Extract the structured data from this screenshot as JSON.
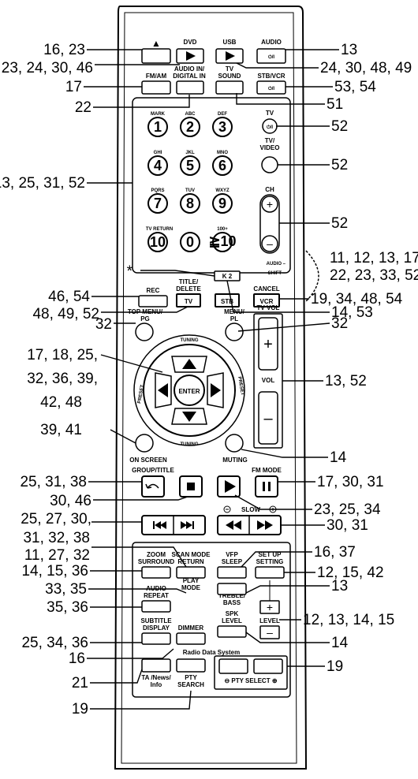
{
  "labels": {
    "eject": "▲",
    "dvd": "DVD",
    "usb": "USB",
    "audio": "AUDIO",
    "power_sym": "⏻/I",
    "fm_am": "FM/AM",
    "audio_in_1": "AUDIO IN/",
    "audio_in_2": "DIGITAL IN",
    "tv_sound_1": "TV",
    "tv_sound_2": "SOUND",
    "stb_vcr": "STB/VCR",
    "tv": "TV",
    "tv_video_1": "TV/",
    "tv_video_2": "VIDEO",
    "ch": "CH",
    "plus": "+",
    "minus": "–",
    "audio_shift_1": "AUDIO –",
    "audio_shift_2": "SHIFT –",
    "key_sub": [
      "MARK",
      "ABC",
      "DEF",
      "GHI",
      "JKL",
      "MNO",
      "PQRS",
      "TUV",
      "WXYZ",
      "TV RETURN",
      "",
      "100+"
    ],
    "key_num": [
      "1",
      "2",
      "3",
      "4",
      "5",
      "6",
      "7",
      "8",
      "9",
      "10",
      "0",
      "≧10"
    ],
    "k2": "K 2",
    "rec": "REC",
    "title_1": "TITLE/",
    "title_2": "DELETE",
    "tv_btn": "TV",
    "stb_btn": "STB",
    "cancel": "CANCEL",
    "vcr_btn": "VCR",
    "top_menu_1": "TOP MENU/",
    "top_menu_2": "PG",
    "menu_1": "MENU/",
    "menu_2": "PL",
    "tv_vol": "TV VOL",
    "vol": "VOL",
    "tuning": "TUNING",
    "preset": "PRESET",
    "enter": "ENTER",
    "on_screen": "ON SCREEN",
    "muting": "MUTING",
    "group_title": "GROUP/TITLE",
    "fm_mode": "FM MODE",
    "slow": "SLOW",
    "zoom": "ZOOM",
    "surround": "SURROUND",
    "scan_mode": "SCAN MODE",
    "return_lbl": "RETURN",
    "vfp": "VFP",
    "sleep": "SLEEP",
    "set_up": "SET UP",
    "setting": "SETTING",
    "audio_small": "AUDIO",
    "play": "PLAY",
    "mode": "MODE",
    "treble_1": "TREBLE/",
    "treble_2": "BASS",
    "repeat": "REPEAT",
    "level": "LEVEL",
    "subtitle": "SUBTITLE",
    "display": "DISPLAY",
    "dimmer": "DIMMER",
    "spk": "SPK",
    "spk_level": "LEVEL",
    "rds": "Radio Data System",
    "ta_1": "TA /News/",
    "ta_2": "Info",
    "pty_1": "PTY",
    "pty_2": "SEARCH",
    "pty_select": "⊖ PTY SELECT ⊕",
    "asterisk": "*"
  },
  "refs": {
    "left": [
      "16, 23",
      "23, 24, 30, 46",
      "17",
      "22",
      "13, 25, 31, 52",
      "46, 54",
      "48, 49, 52",
      "32",
      "17, 18, 25,",
      "32, 36, 39,",
      "42, 48",
      "39, 41",
      "25, 31, 38",
      "30, 46",
      "25, 27, 30,",
      "31, 32, 38",
      "11, 27, 32",
      "14, 15, 36",
      "33, 35",
      "35, 36",
      "25, 34, 36",
      "16",
      "21",
      "19"
    ],
    "right": [
      "13",
      "24, 30, 48, 49",
      "53, 54",
      "51",
      "52",
      "52",
      "52",
      "11, 12, 13, 17,",
      "22, 23, 33, 52",
      "19, 34, 48, 54",
      "14, 53",
      "32",
      "13, 52",
      "14",
      "17, 30, 31",
      "23, 25, 34",
      "30, 31",
      "16, 37",
      "12, 15, 42",
      "13",
      "12, 13, 14, 15",
      "14",
      "19"
    ]
  }
}
